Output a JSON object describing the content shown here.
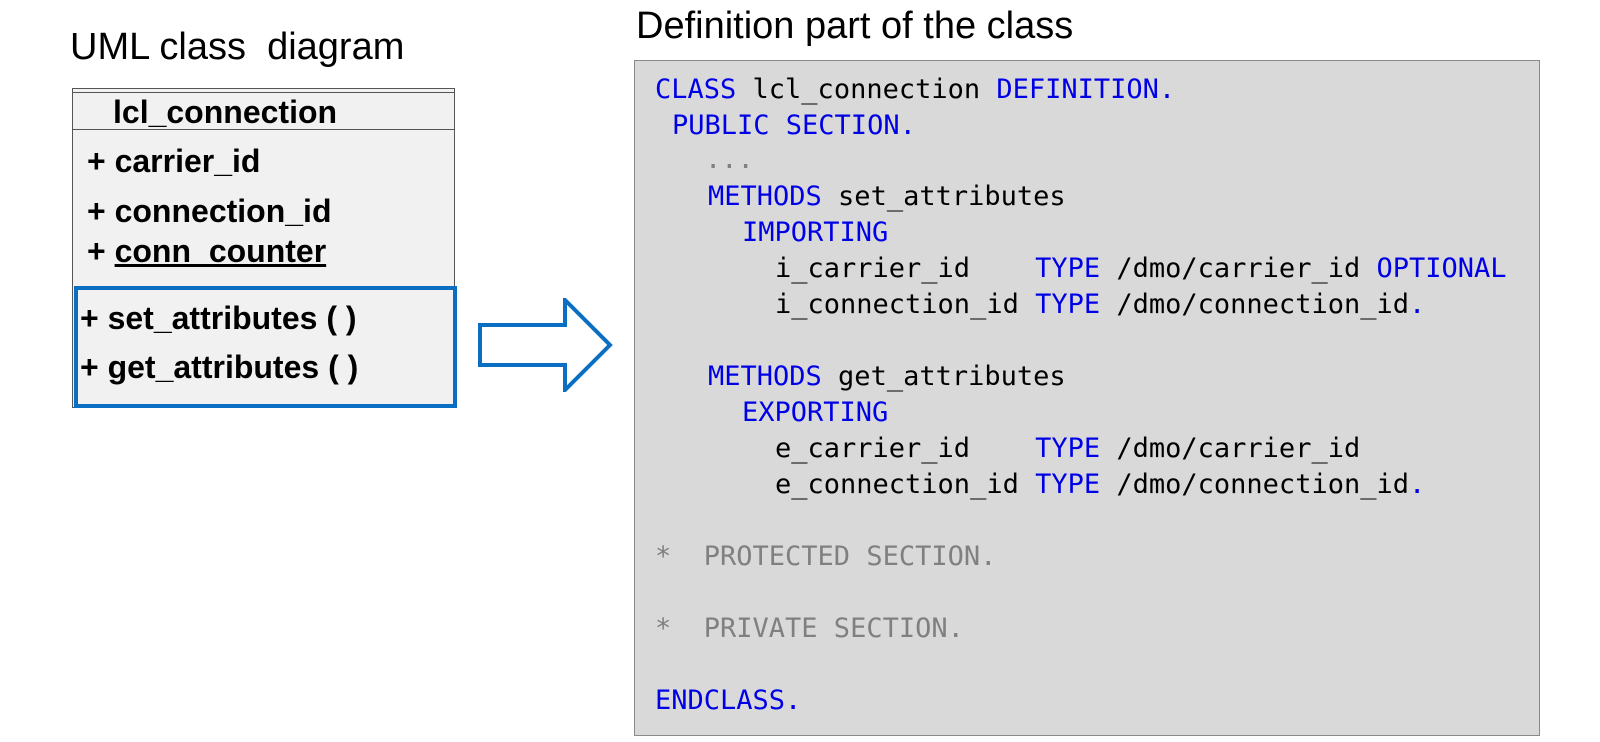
{
  "uml": {
    "heading": "UML class  diagram",
    "class_name": "lcl_connection",
    "attributes": [
      "+ carrier_id",
      "+ connection_id"
    ],
    "static_attribute": {
      "prefix": "+ ",
      "name": "conn_counter"
    },
    "methods": [
      "+ set_attributes ( )",
      "+ get_attributes ( )"
    ]
  },
  "definition": {
    "heading": "Definition part of the class",
    "code": {
      "l1": {
        "kw1": "CLASS",
        "name": " lcl_connection ",
        "kw2": "DEFINITION."
      },
      "l2": {
        "kw": "PUBLIC SECTION."
      },
      "l3": {
        "text": "..."
      },
      "l4": {
        "kw": "METHODS",
        "name": " set_attributes"
      },
      "l5": {
        "kw": "IMPORTING"
      },
      "l6": {
        "param": "i_carrier_id    ",
        "kw_type": "TYPE",
        "type": " /dmo/carrier_id ",
        "kw_opt": "OPTIONAL"
      },
      "l7": {
        "param": "i_connection_id ",
        "kw_type": "TYPE",
        "type": " /dmo/connection_id",
        "dot": "."
      },
      "l8": {
        "kw": "METHODS",
        "name": " get_attributes"
      },
      "l9": {
        "kw": "EXPORTING"
      },
      "l10": {
        "param": "e_carrier_id    ",
        "kw_type": "TYPE",
        "type": " /dmo/carrier_id"
      },
      "l11": {
        "param": "e_connection_id ",
        "kw_type": "TYPE",
        "type": " /dmo/connection_id",
        "dot": "."
      },
      "l12": {
        "text": "*  PROTECTED SECTION."
      },
      "l13": {
        "text": "*  PRIVATE SECTION."
      },
      "l14": {
        "kw": "ENDCLASS."
      }
    }
  },
  "colors": {
    "keyword": "#0000e6",
    "comment": "#808080",
    "highlight_border": "#0a6fc2",
    "code_background": "#d9d9d9",
    "uml_background": "#f1f1f1"
  }
}
